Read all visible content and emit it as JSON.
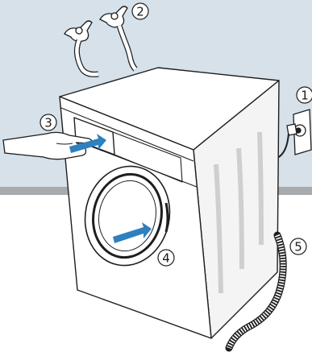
{
  "callouts": [
    {
      "id": "power-outlet",
      "number": "1"
    },
    {
      "id": "water-taps",
      "number": "2"
    },
    {
      "id": "detergent-drawer",
      "number": "3"
    },
    {
      "id": "door",
      "number": "4"
    },
    {
      "id": "drain-hose",
      "number": "5"
    }
  ],
  "colors": {
    "wall": "#d6e1ea",
    "baseboard": "#a8abae",
    "floor": "#ffffff",
    "outline": "#1e1e1e",
    "arrow": "#2e80be"
  }
}
